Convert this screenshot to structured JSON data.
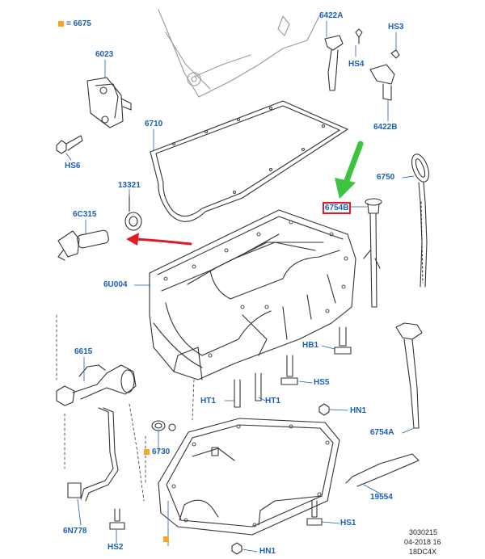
{
  "legend": {
    "marker_color": "#f5a623",
    "text": "= 6675"
  },
  "labels": {
    "l6023": "6023",
    "l6422A": "6422A",
    "lHS3": "HS3",
    "lHS4": "HS4",
    "l6422B": "6422B",
    "l6710": "6710",
    "lHS6": "HS6",
    "l13321": "13321",
    "l6C315": "6C315",
    "l6750": "6750",
    "l6754B": "6754B",
    "l6U004": "6U004",
    "l6615": "6615",
    "lHB1": "HB1",
    "lHS5": "HS5",
    "lHT1a": "HT1",
    "lHT1b": "HT1",
    "lHN1a": "HN1",
    "l6754A": "6754A",
    "l6730": "6730",
    "l19554": "19554",
    "l6N778": "6N778",
    "lHS2": "HS2",
    "lHS1": "HS1",
    "lHN1b": "HN1"
  },
  "footer": {
    "line1": "3030215",
    "line2": "04-2018 16",
    "line3": "18DC4X"
  },
  "colors": {
    "label": "#1a5fb4",
    "highlight_box": "#e01b24",
    "callout_arrow": "#e01b24",
    "pointer_arrow": "#3cc43c",
    "line_art": "#333333",
    "marker": "#f5a623"
  }
}
